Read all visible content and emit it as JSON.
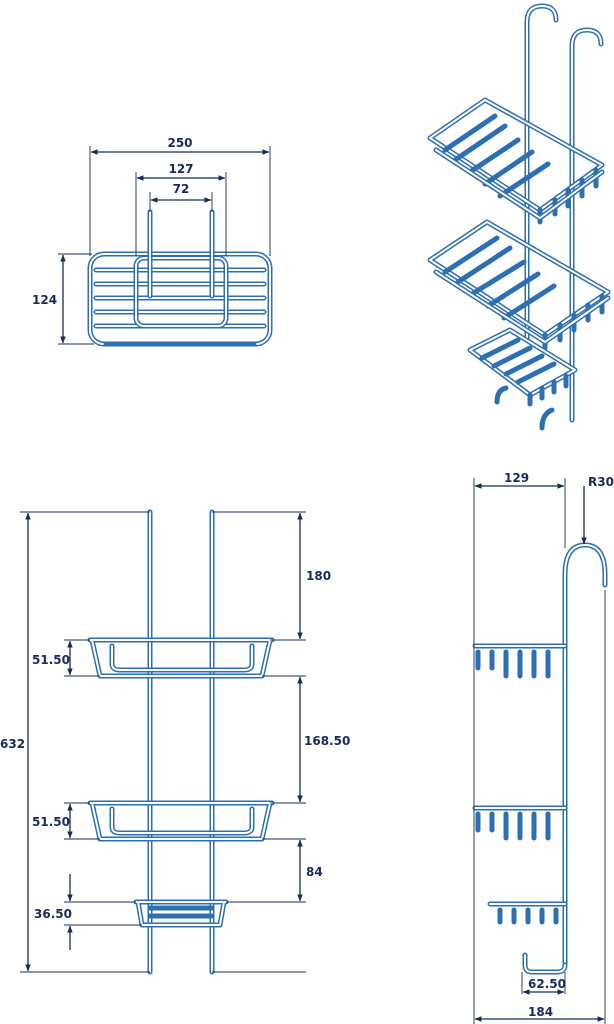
{
  "colors": {
    "wire": "#2c6fb2",
    "dimension": "#1b2a5c",
    "background": "#ffffff"
  },
  "views": {
    "top": {
      "width_overall": "250",
      "width_mid": "127",
      "width_inner": "72",
      "depth": "124"
    },
    "front": {
      "height_total": "632",
      "top_to_shelf1": "180",
      "shelf1_height": "51.50",
      "shelf1_to_shelf2": "168.50",
      "shelf2_height": "51.50",
      "shelf2_to_shelf3": "84",
      "shelf3_height": "36.50"
    },
    "side": {
      "top_depth": "129",
      "hook_radius": "R30",
      "hook_opening": "62.50",
      "depth_total": "184"
    }
  }
}
